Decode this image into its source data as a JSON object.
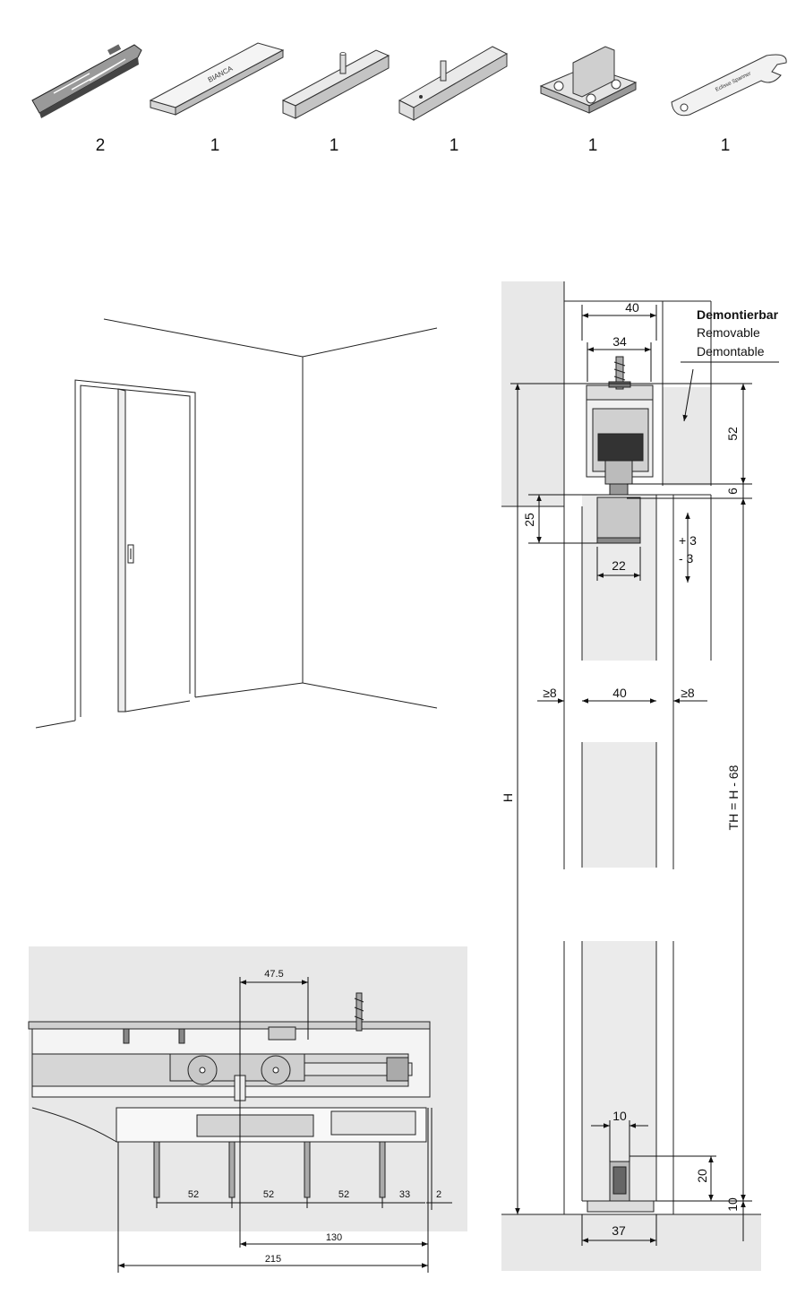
{
  "parts": [
    {
      "name": "damper-clip-icon",
      "qty": "2"
    },
    {
      "name": "track-cover-icon",
      "qty": "1",
      "label": "BIANCA"
    },
    {
      "name": "drive-profile-icon",
      "qty": "1"
    },
    {
      "name": "drive-profile-pin-icon",
      "qty": "1"
    },
    {
      "name": "floor-guide-icon",
      "qty": "1"
    },
    {
      "name": "adjusting-spanner-icon",
      "qty": "1",
      "label": "Eclisse Spanner"
    }
  ],
  "side_section": {
    "dim_top_40": "40",
    "dim_34": "34",
    "removable_notes": [
      "Demontierbar",
      "Removable",
      "Demontable"
    ],
    "dim_52": "52",
    "dim_6": "6",
    "dim_25": "25",
    "adjust_plus": "+ 3",
    "adjust_minus": "- 3",
    "dim_22": "22",
    "gap_left": "≥8",
    "dim_mid_40": "40",
    "gap_right": "≥8",
    "height_label": "H",
    "door_height_label": "TH = H - 68",
    "dim_10_top": "10",
    "dim_20": "20",
    "dim_10_bottom": "10",
    "dim_37": "37"
  },
  "plan_view": {
    "dim_47_5": "47.5",
    "spacing": [
      "52",
      "52",
      "52",
      "33",
      "2"
    ],
    "dim_130": "130",
    "dim_215": "215"
  },
  "colors": {
    "panel_gray": "#e8e8e8",
    "line": "#1a1a1a"
  }
}
